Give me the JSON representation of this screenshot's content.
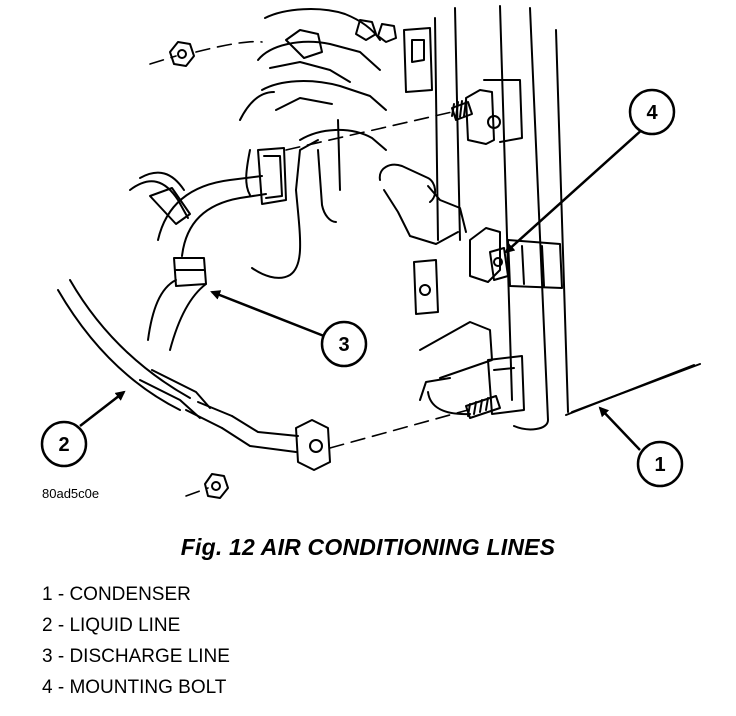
{
  "figure": {
    "code": "80ad5c0e",
    "callouts": [
      {
        "number": "1",
        "part": "condenser"
      },
      {
        "number": "2",
        "part": "liquid-line"
      },
      {
        "number": "3",
        "part": "discharge-line"
      },
      {
        "number": "4",
        "part": "mounting-bolt"
      }
    ]
  },
  "caption": "Fig. 12 AIR CONDITIONING LINES",
  "legend": [
    "1 - CONDENSER",
    "2 - LIQUID LINE",
    "3 - DISCHARGE LINE",
    "4 - MOUNTING BOLT"
  ]
}
